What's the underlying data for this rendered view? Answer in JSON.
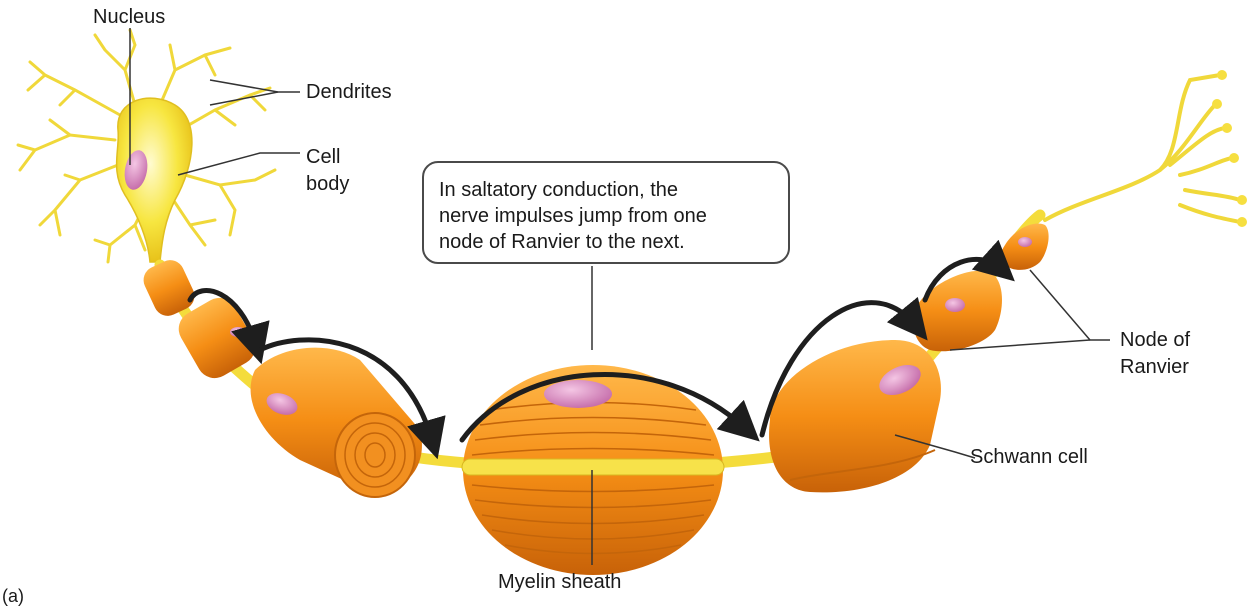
{
  "labels": {
    "nucleus": "Nucleus",
    "dendrites": "Dendrites",
    "cell_body_line1": "Cell",
    "cell_body_line2": "body",
    "node_line1": "Node of",
    "node_line2": "Ranvier",
    "schwann": "Schwann cell",
    "myelin": "Myelin sheath",
    "panel_letter": "(a)"
  },
  "callout": {
    "line1": "In saltatory conduction, the",
    "line2": "nerve impulses jump from one",
    "line3": "node of Ranvier to the next."
  },
  "colors": {
    "myelin": "#f08c1a",
    "axon": "#f6e04a",
    "cell_body": "#f7e640",
    "nucleus": "#d98fc2",
    "arrow": "#222222"
  }
}
